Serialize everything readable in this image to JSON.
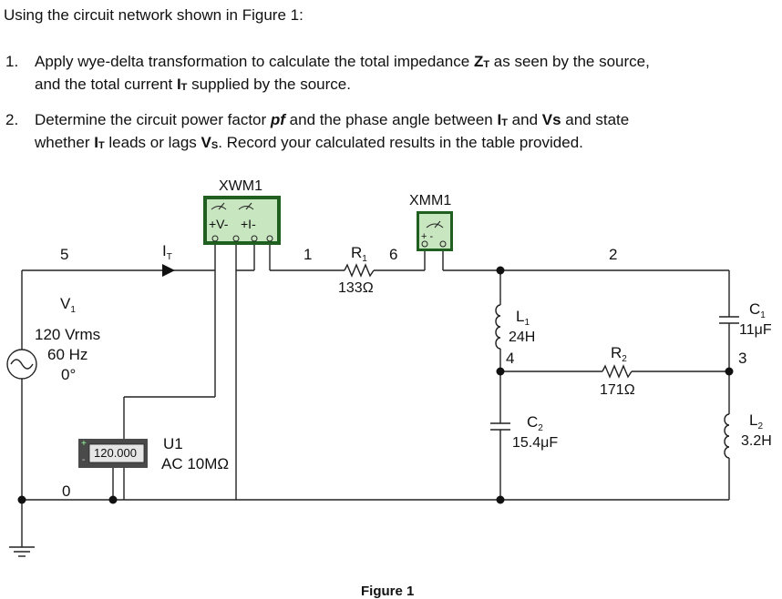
{
  "intro": "Using the circuit network shown in Figure 1:",
  "questions": [
    {
      "number": "1.",
      "line1_a": "Apply wye-delta transformation to calculate the total impedance ",
      "zt": "Z",
      "zt_sub": "T",
      "line1_b": " as seen by the source,",
      "line2_a": "and the total current ",
      "it": "I",
      "it_sub": "T",
      "line2_b": " supplied by the source."
    },
    {
      "number": "2.",
      "line1_a": "Determine the circuit power factor ",
      "pf": "pf",
      "line1_b": " and the phase angle between ",
      "it": "I",
      "it_sub": "T",
      "line1_c": " and ",
      "vs": "Vs",
      "line1_d": " and state",
      "line2_a": "whether ",
      "it2": "I",
      "it2_sub": "T",
      "line2_b": " leads or lags ",
      "vs2": "V",
      "vs2_sub": "S",
      "line2_c": ". Record your calculated results in the table provided."
    }
  ],
  "circuit": {
    "wattmeter": "XWM1",
    "wattmeter_v": "+V-",
    "wattmeter_i": "+I-",
    "multimeter": "XMM1",
    "multimeter_terms": "+ -",
    "node5": "5",
    "node1": "1",
    "node6": "6",
    "node2": "2",
    "node4": "4",
    "node3": "3",
    "node0": "0",
    "current_label": "I",
    "current_sub": "T",
    "source_name": "V",
    "source_sub": "1",
    "source_vrms": "120 Vrms",
    "source_freq": "60 Hz",
    "source_phase": "0°",
    "r1_name": "R",
    "r1_sub": "1",
    "r1_value": "133Ω",
    "l1_name": "L",
    "l1_sub": "1",
    "l1_value": "24H",
    "r2_name": "R",
    "r2_sub": "2",
    "r2_value": "171Ω",
    "c1_name": "C",
    "c1_sub": "1",
    "c1_value": "11μF",
    "c2_name": "C",
    "c2_sub": "2",
    "c2_value": "15.4μF",
    "l2_name": "L",
    "l2_sub": "2",
    "l2_value": "3.2H",
    "voltmeter_reading": "120.000",
    "voltmeter_plus": "+",
    "voltmeter_minus": "-",
    "voltmeter_name": "U1",
    "voltmeter_spec": "AC 10MΩ"
  },
  "figure_caption": "Figure 1"
}
